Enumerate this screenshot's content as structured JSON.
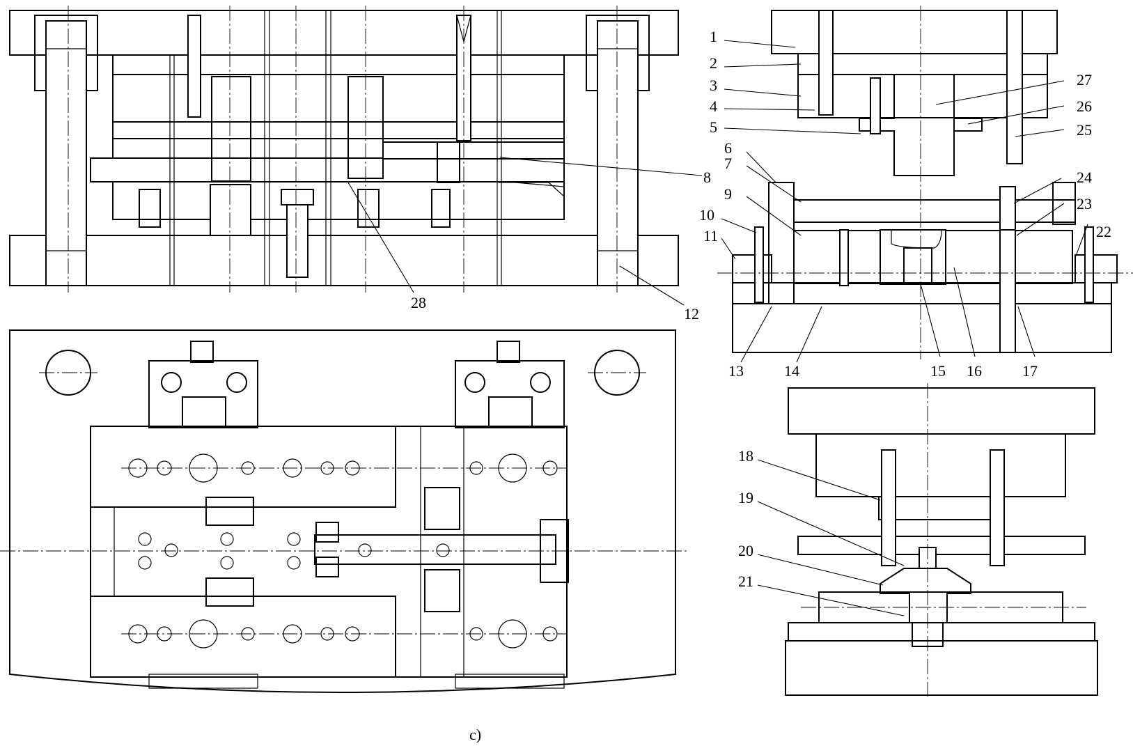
{
  "figure": {
    "caption": "c)",
    "part_numbers": [
      "1",
      "2",
      "3",
      "4",
      "5",
      "6",
      "7",
      "8",
      "9",
      "10",
      "11",
      "12",
      "13",
      "14",
      "15",
      "16",
      "17",
      "18",
      "19",
      "20",
      "21",
      "22",
      "23",
      "24",
      "25",
      "26",
      "27",
      "28"
    ]
  }
}
